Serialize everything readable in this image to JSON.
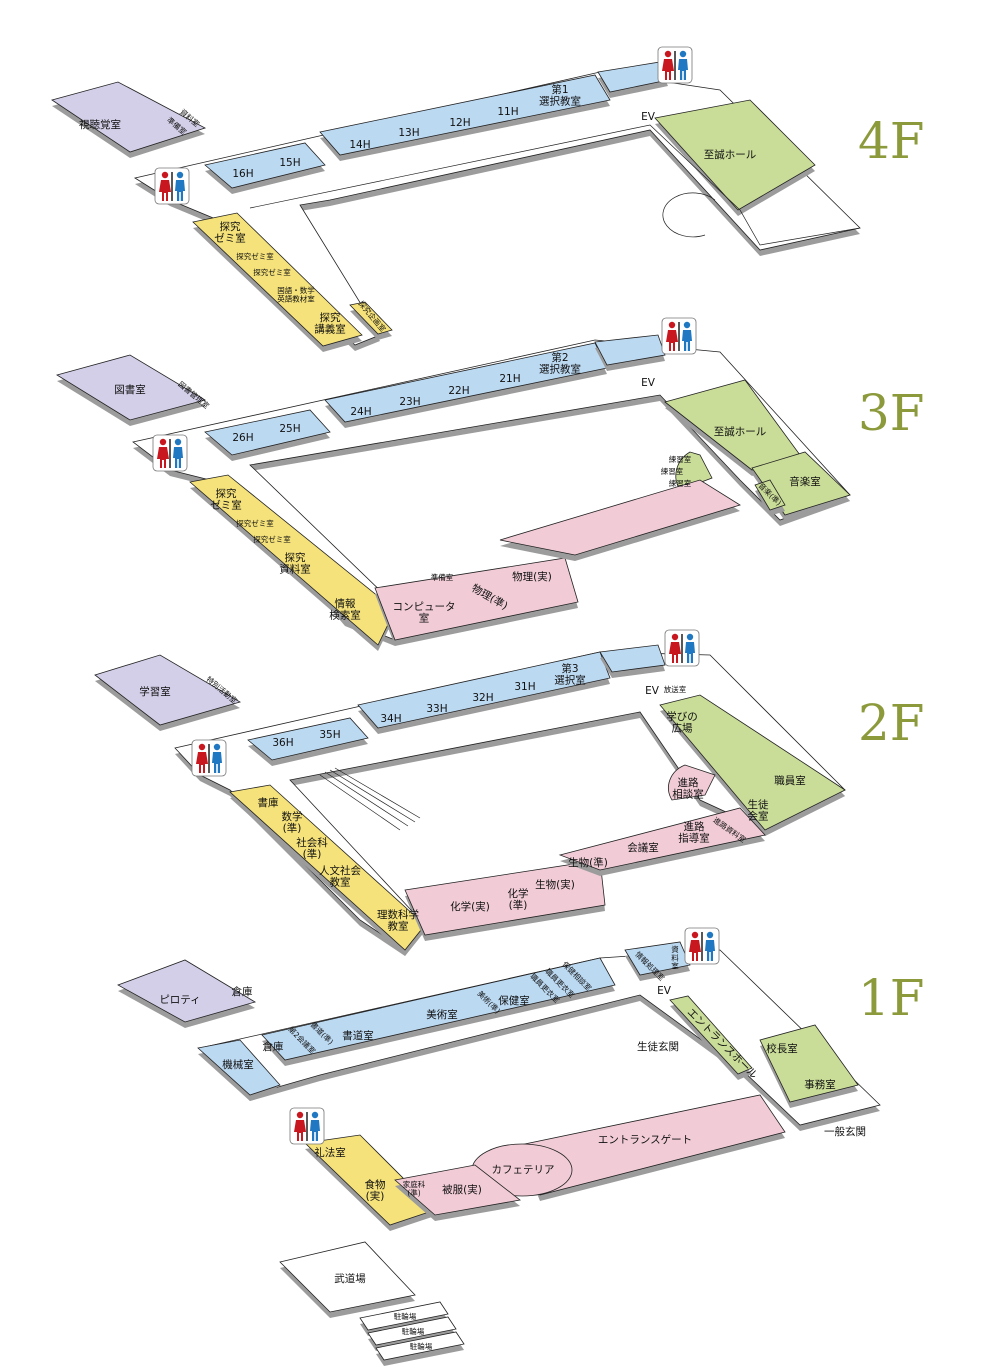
{
  "colors": {
    "classroom": "#bcd9f2",
    "study": "#f5e27a",
    "hall": "#c9dc98",
    "annex": "#d4cfe8",
    "special": "#f1ccd7",
    "floor_label": "#8c9a3c"
  },
  "icons": {
    "restroom": "restroom-icon"
  },
  "floors": [
    {
      "label": "4F",
      "rooms": [
        "視聴覚室",
        "資料室",
        "準備室",
        "16H",
        "15H",
        "14H",
        "13H",
        "12H",
        "11H",
        "第1\n選択教室",
        "EV",
        "至誠ホール",
        "探究\nゼミ室",
        "探究ゼミ室",
        "探究ゼミ室",
        "国語・数学\n英語教材室",
        "探究\n講義室",
        "探究企画室"
      ]
    },
    {
      "label": "3F",
      "rooms": [
        "図書室",
        "図書管理室",
        "26H",
        "25H",
        "24H",
        "23H",
        "22H",
        "21H",
        "第2\n選択教室",
        "EV",
        "至誠ホール",
        "音楽室",
        "練習室",
        "練習室",
        "練習室",
        "音楽(準)",
        "探究\nゼミ室",
        "探究ゼミ室",
        "探究ゼミ室",
        "探究\n資料室",
        "情報\n検索室",
        "コンピュータ\n室",
        "準備室",
        "物理(準)",
        "物理(実)"
      ]
    },
    {
      "label": "2F",
      "rooms": [
        "学習室",
        "特別活動室",
        "36H",
        "35H",
        "34H",
        "33H",
        "32H",
        "31H",
        "第3\n選択室",
        "EV",
        "放送室",
        "学びの\n広場",
        "職員室",
        "進路\n相談室",
        "生徒\n会室",
        "進路資料室",
        "進路\n指導室",
        "会議室",
        "生物(準)",
        "生物(実)",
        "化学\n(準)",
        "化学(実)",
        "書庫",
        "数学\n(準)",
        "社会科\n(準)",
        "人文社会\n教室",
        "理数科学\n教室"
      ]
    },
    {
      "label": "1F",
      "rooms": [
        "ピロティ",
        "倉庫",
        "機械室",
        "倉庫",
        "第2会議室",
        "書道(準)",
        "書道室",
        "美術室",
        "美術(準)",
        "保健室",
        "職員更衣室",
        "職員更衣室",
        "保健相談室",
        "情報処理室",
        "資\n料\n室",
        "EV",
        "エントランスホール",
        "生徒玄関",
        "校長室",
        "事務室",
        "一般玄関",
        "エントランスゲート",
        "カフェテリア",
        "礼法室",
        "食物\n(実)",
        "家庭科\n(準)",
        "被服(実)",
        "武道場",
        "駐輪場",
        "駐輪場",
        "駐輪場"
      ]
    }
  ]
}
